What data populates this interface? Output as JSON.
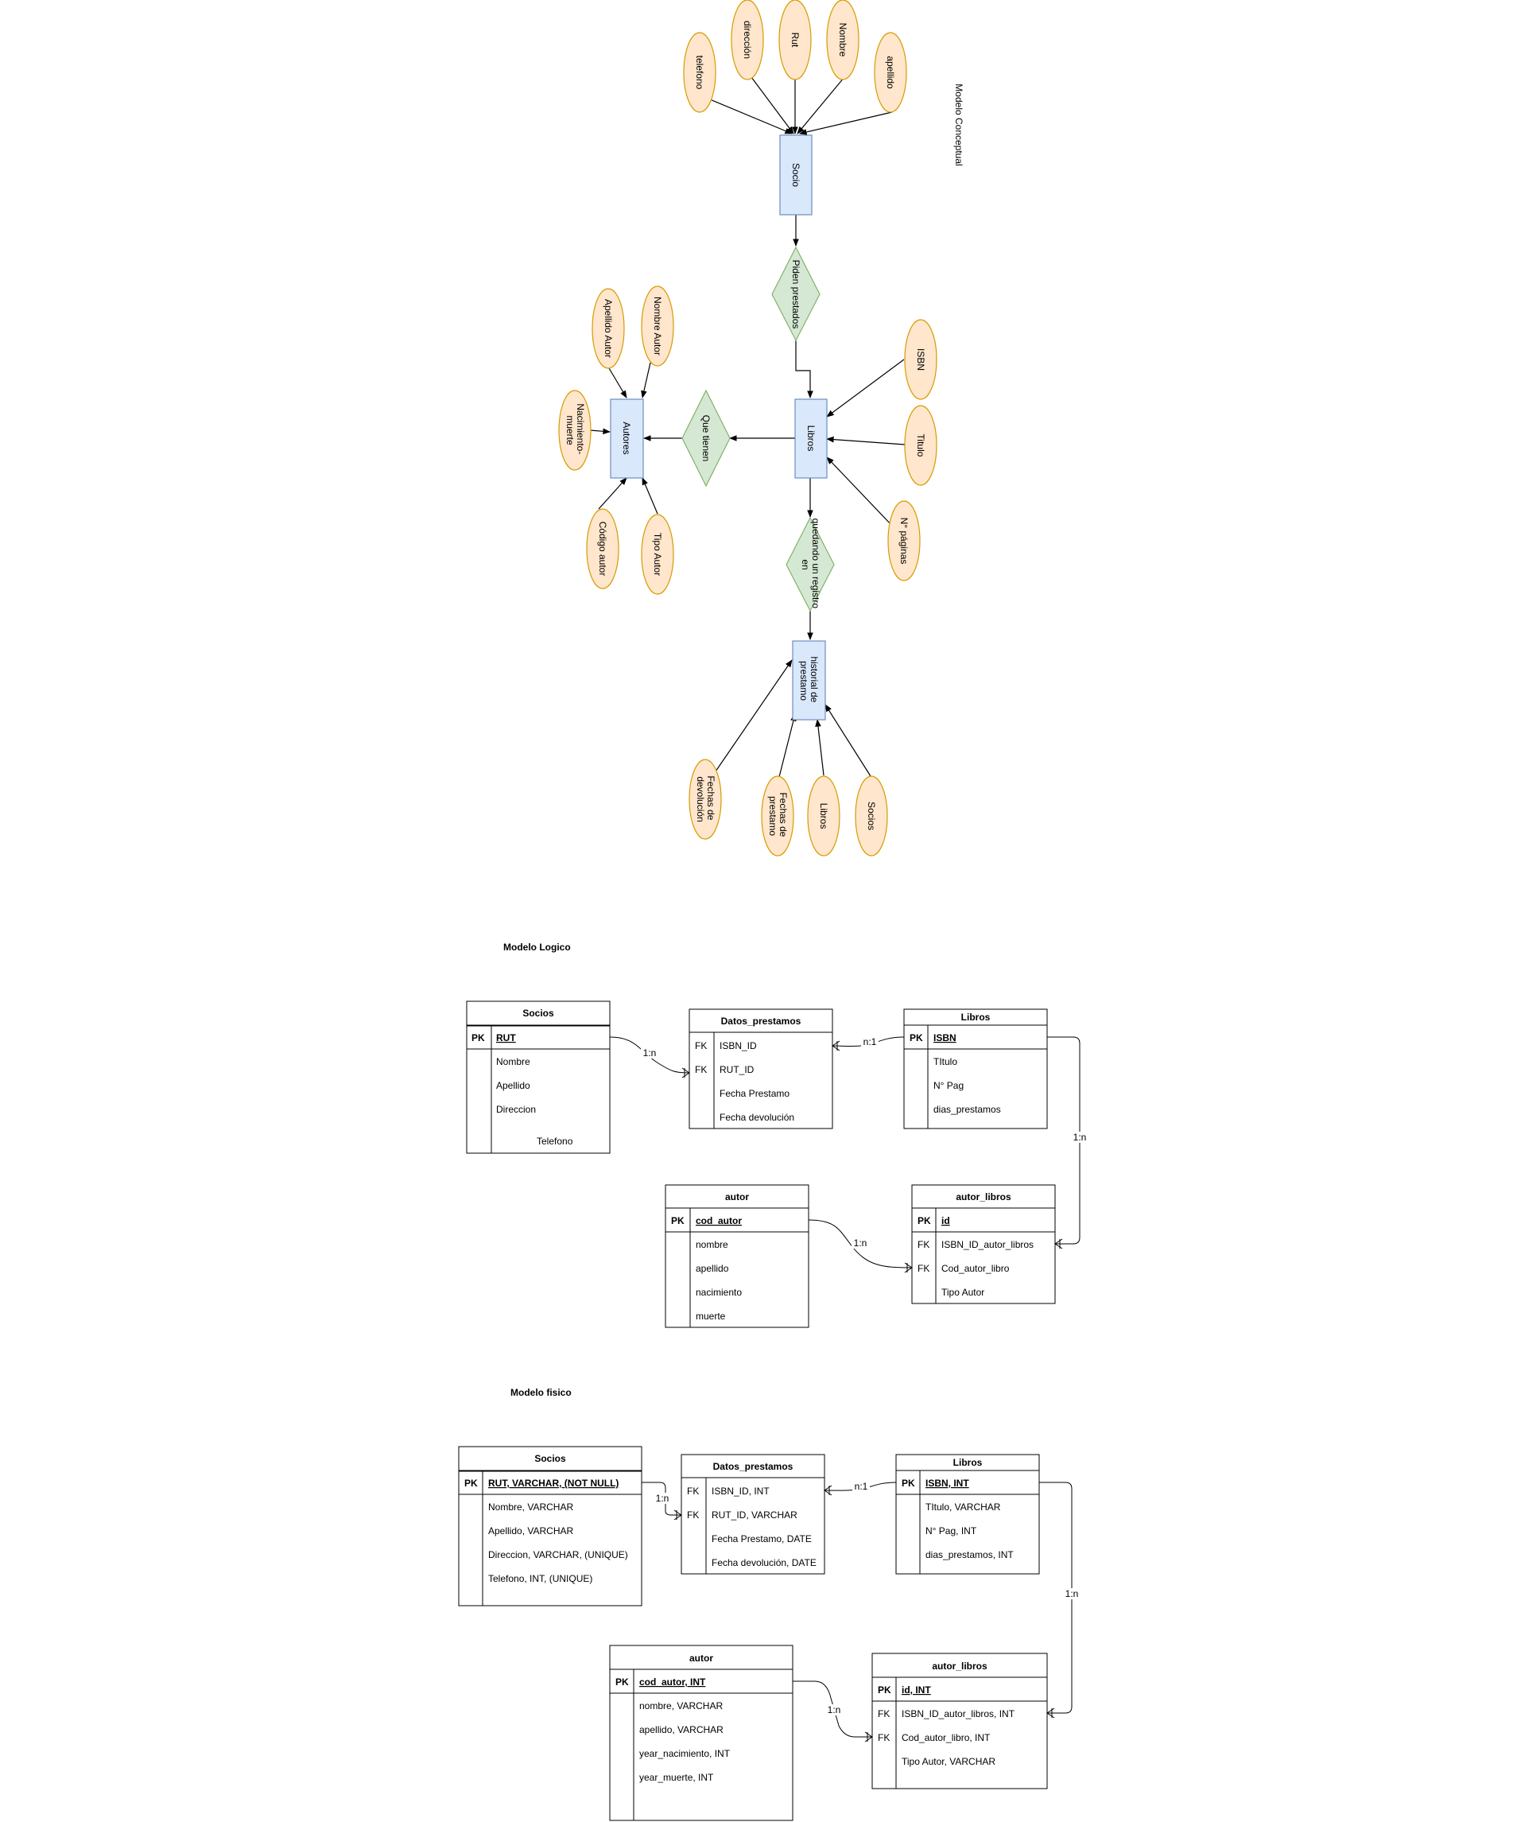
{
  "conceptual": {
    "title": "Modelo Conceptual",
    "entities": {
      "socio": "Socio",
      "libros": "Libros",
      "autores": "Autores",
      "historial": [
        "historial de",
        "prestamo"
      ]
    },
    "relations": {
      "piden": "Piden prestados",
      "que_tienen": "Que tienen",
      "quedando": [
        "quedando un registro",
        "en"
      ]
    },
    "attributes": {
      "telefono": "telefono",
      "direccion": "dirección",
      "rut": "Rut",
      "nombre": "Nombre",
      "apellido": "apellido",
      "isbn": "ISBN",
      "titulo": "Titulo",
      "npaginas": "N° páginas",
      "apellido_autor": "Apellido Autor",
      "nombre_autor": "Nombre Autor",
      "nacimiento": [
        "Nacimiento-",
        "muerte"
      ],
      "codigo_autor": "Código autor",
      "tipo_autor": "Tipo Autor",
      "fechas_devolucion": [
        "Fechas de",
        "devolución"
      ],
      "fechas_prestamo": [
        "Fechas de",
        "prestamo"
      ],
      "libros": "Libros",
      "socios": "Socios"
    }
  },
  "logical": {
    "title": "Modelo Logico",
    "socios": {
      "name": "Socios",
      "pk": {
        "key": "PK",
        "field": "RUT"
      },
      "rows": [
        "Nombre",
        "Apellido",
        "Direccion"
      ],
      "extra": "Telefono"
    },
    "datos": {
      "name": "Datos_prestamos",
      "rows": [
        {
          "key": "FK",
          "field": "ISBN_ID"
        },
        {
          "key": "FK",
          "field": "RUT_ID"
        },
        {
          "key": "",
          "field": "Fecha Prestamo"
        },
        {
          "key": "",
          "field": "Fecha devolución"
        }
      ]
    },
    "libros": {
      "name": "Libros",
      "pk": {
        "key": "PK",
        "field": "ISBN"
      },
      "rows": [
        "TItulo",
        "N° Pag",
        "dias_prestamos"
      ]
    },
    "autor": {
      "name": "autor",
      "pk": {
        "key": "PK",
        "field": "cod_autor"
      },
      "rows": [
        "nombre",
        "apellido",
        "nacimiento",
        "muerte"
      ]
    },
    "autor_libros": {
      "name": "autor_libros",
      "pk": {
        "key": "PK",
        "field": "id"
      },
      "rows": [
        {
          "key": "FK",
          "field": "ISBN_ID_autor_libros"
        },
        {
          "key": "FK",
          "field": "Cod_autor_libro"
        },
        {
          "key": "",
          "field": "Tipo Autor"
        }
      ]
    },
    "labels": {
      "socios_datos": "1:n",
      "libros_datos": "n:1",
      "libros_al": "1:n",
      "autor_al": "1:n"
    }
  },
  "physical": {
    "title": "Modelo fisico",
    "socios": {
      "name": "Socios",
      "pk": {
        "key": "PK",
        "field": "RUT, VARCHAR, (NOT NULL)"
      },
      "rows": [
        "Nombre, VARCHAR",
        "Apellido, VARCHAR",
        "Direccion, VARCHAR, (UNIQUE)",
        "Telefono, INT, (UNIQUE)"
      ]
    },
    "datos": {
      "name": "Datos_prestamos",
      "rows": [
        {
          "key": "FK",
          "field": "ISBN_ID, INT"
        },
        {
          "key": "FK",
          "field": "RUT_ID, VARCHAR"
        },
        {
          "key": "",
          "field": "Fecha Prestamo, DATE"
        },
        {
          "key": "",
          "field": "Fecha devolución, DATE"
        }
      ]
    },
    "libros": {
      "name": "Libros",
      "pk": {
        "key": "PK",
        "field": "ISBN, INT"
      },
      "rows": [
        "TItulo, VARCHAR",
        "N° Pag, INT",
        "dias_prestamos, INT"
      ]
    },
    "autor": {
      "name": "autor",
      "pk": {
        "key": "PK",
        "field": "cod_autor, INT"
      },
      "rows": [
        "nombre, VARCHAR",
        "apellido, VARCHAR",
        "year_nacimiento, INT",
        "year_muerte, INT"
      ]
    },
    "autor_libros": {
      "name": "autor_libros",
      "pk": {
        "key": "PK",
        "field": "id, INT"
      },
      "rows": [
        {
          "key": "FK",
          "field": "ISBN_ID_autor_libros, INT"
        },
        {
          "key": "FK",
          "field": "Cod_autor_libro, INT"
        },
        {
          "key": "",
          "field": "Tipo Autor, VARCHAR"
        }
      ]
    },
    "labels": {
      "socios_datos": "1:n",
      "libros_datos": "n:1",
      "libros_al": "1:n",
      "autor_al": "1:n"
    }
  },
  "colors": {
    "entity_fill": "#dae8fc",
    "entity_stroke": "#6c8ebf",
    "attr_fill": "#ffe6cc",
    "attr_stroke": "#d79b00",
    "rel_fill": "#d5e8d4",
    "rel_stroke": "#82b366"
  }
}
